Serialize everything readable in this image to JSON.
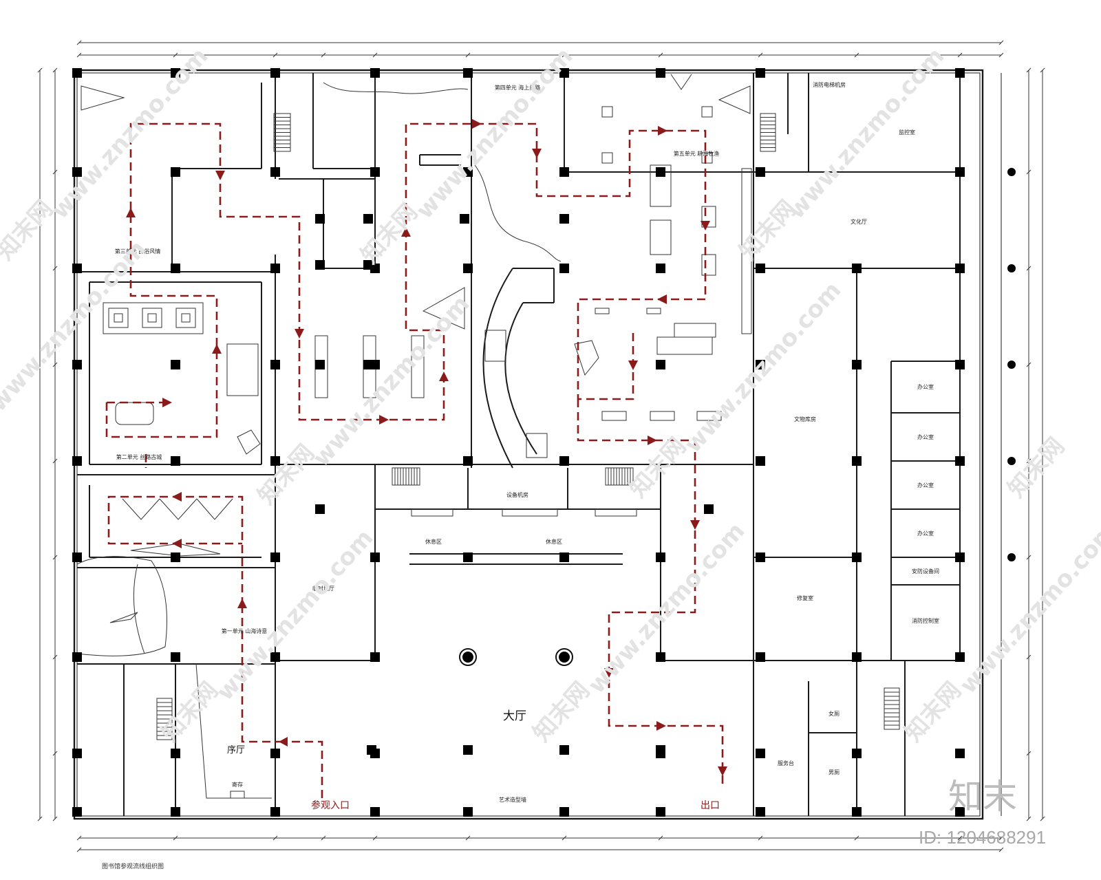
{
  "plan": {
    "entrance_label": "参观入口",
    "exit_label": "出口",
    "lobby": "大厅",
    "foyer": "序厅",
    "art_wall": "艺术造型墙",
    "temp_hall": "临时展厅",
    "rest_area_1": "休息区",
    "rest_area_2": "休息区",
    "equipment_room": "设备机房",
    "culture_hall": "文化厅",
    "relic_warehouse": "文物库房",
    "repair_room": "修复室",
    "office_1": "办公室",
    "office_2": "办公室",
    "office_3": "办公室",
    "office_4": "办公室",
    "security_room": "安防设备间",
    "fire_control": "消防控制室",
    "elevator_room": "消防电梯机房",
    "monitor_room": "监控室",
    "female_wc": "女厕",
    "male_wc": "男厕",
    "service_desk": "服务台",
    "storage": "寄存",
    "unit_1": "第一单元 山海诗意",
    "unit_2": "第二单元 丝路古城",
    "unit_3": "第三单元 民俗风情",
    "unit_4": "第四单元 海上丝路",
    "unit_5": "第五单元 耕海牧渔",
    "footer_note": "图书馆参观流线组织图"
  },
  "watermark": {
    "site": "www.znzmo.com",
    "cn": "知末网",
    "brand": "知末",
    "id_label": "ID: 1204688291"
  }
}
